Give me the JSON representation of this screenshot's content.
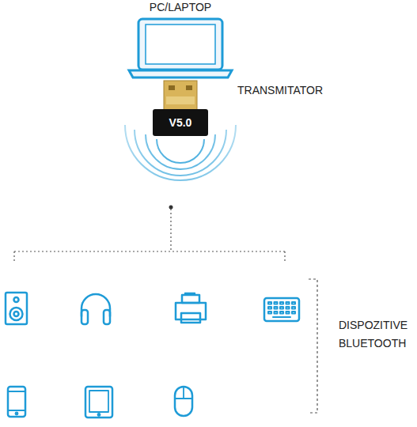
{
  "diagram": {
    "nodes": [
      {
        "text": [
          "PC/LAPTOP"
        ]
      },
      {
        "text": [
          "V5.0"
        ]
      }
    ],
    "labels": [
      "TRANSMITATOR",
      "DISPOZITIVE BLUETOOTH"
    ]
  }
}
